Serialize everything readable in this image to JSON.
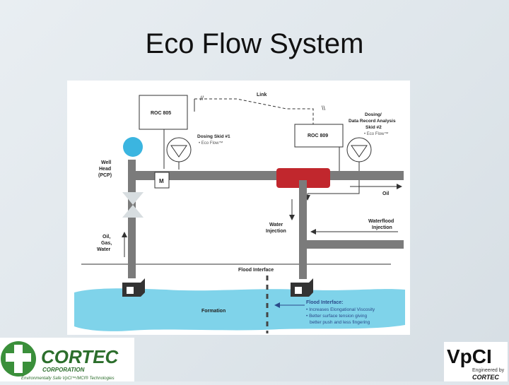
{
  "slide": {
    "title": "Eco Flow System"
  },
  "diagram": {
    "link_label": "Link",
    "roc_805": "ROC 805",
    "roc_809": "ROC 809",
    "dosing_skid_1": "Dosing Skid #1",
    "eco_flow_1": "• Eco Flow™",
    "dosing_skid_2_line1": "Dosing/",
    "dosing_skid_2_line2": "Data Record Analysis",
    "dosing_skid_2_line3": "Skid #2",
    "eco_flow_2": "• Eco Flow™",
    "well_head_line1": "Well",
    "well_head_line2": "Head",
    "well_head_line3": "(PCP)",
    "motor": "M",
    "oil": "Oil",
    "water_injection_line1": "Water",
    "water_injection_line2": "Injection",
    "waterflood_line1": "Waterflood",
    "waterflood_line2": "Injection",
    "oil_gas_water_line1": "Oil,",
    "oil_gas_water_line2": "Gas,",
    "oil_gas_water_line3": "Water",
    "flood_interface": "Flood Interface",
    "formation": "Formation",
    "callout_title": "Flood Interface:",
    "callout_line1": "• Increases Elongational Viscosity",
    "callout_line2": "• Better surface tension giving",
    "callout_line3": "better push and less fingering",
    "colors": {
      "pipe": "#7b7b7b",
      "red_unit": "#c1272d",
      "wellhead_ball": "#3bb5e0",
      "formation": "#7fd3ea",
      "callout_text": "#2b4a8a"
    }
  },
  "footer": {
    "cortec_name": "CORTEC",
    "cortec_sub": "CORPORATION",
    "cortec_tagline": "Environmentally Safe VpCI™/MCI® Technologies",
    "vpci_logo": "VpCI",
    "engineered_line1": "Engineered by",
    "engineered_line2": "CORTEC"
  }
}
